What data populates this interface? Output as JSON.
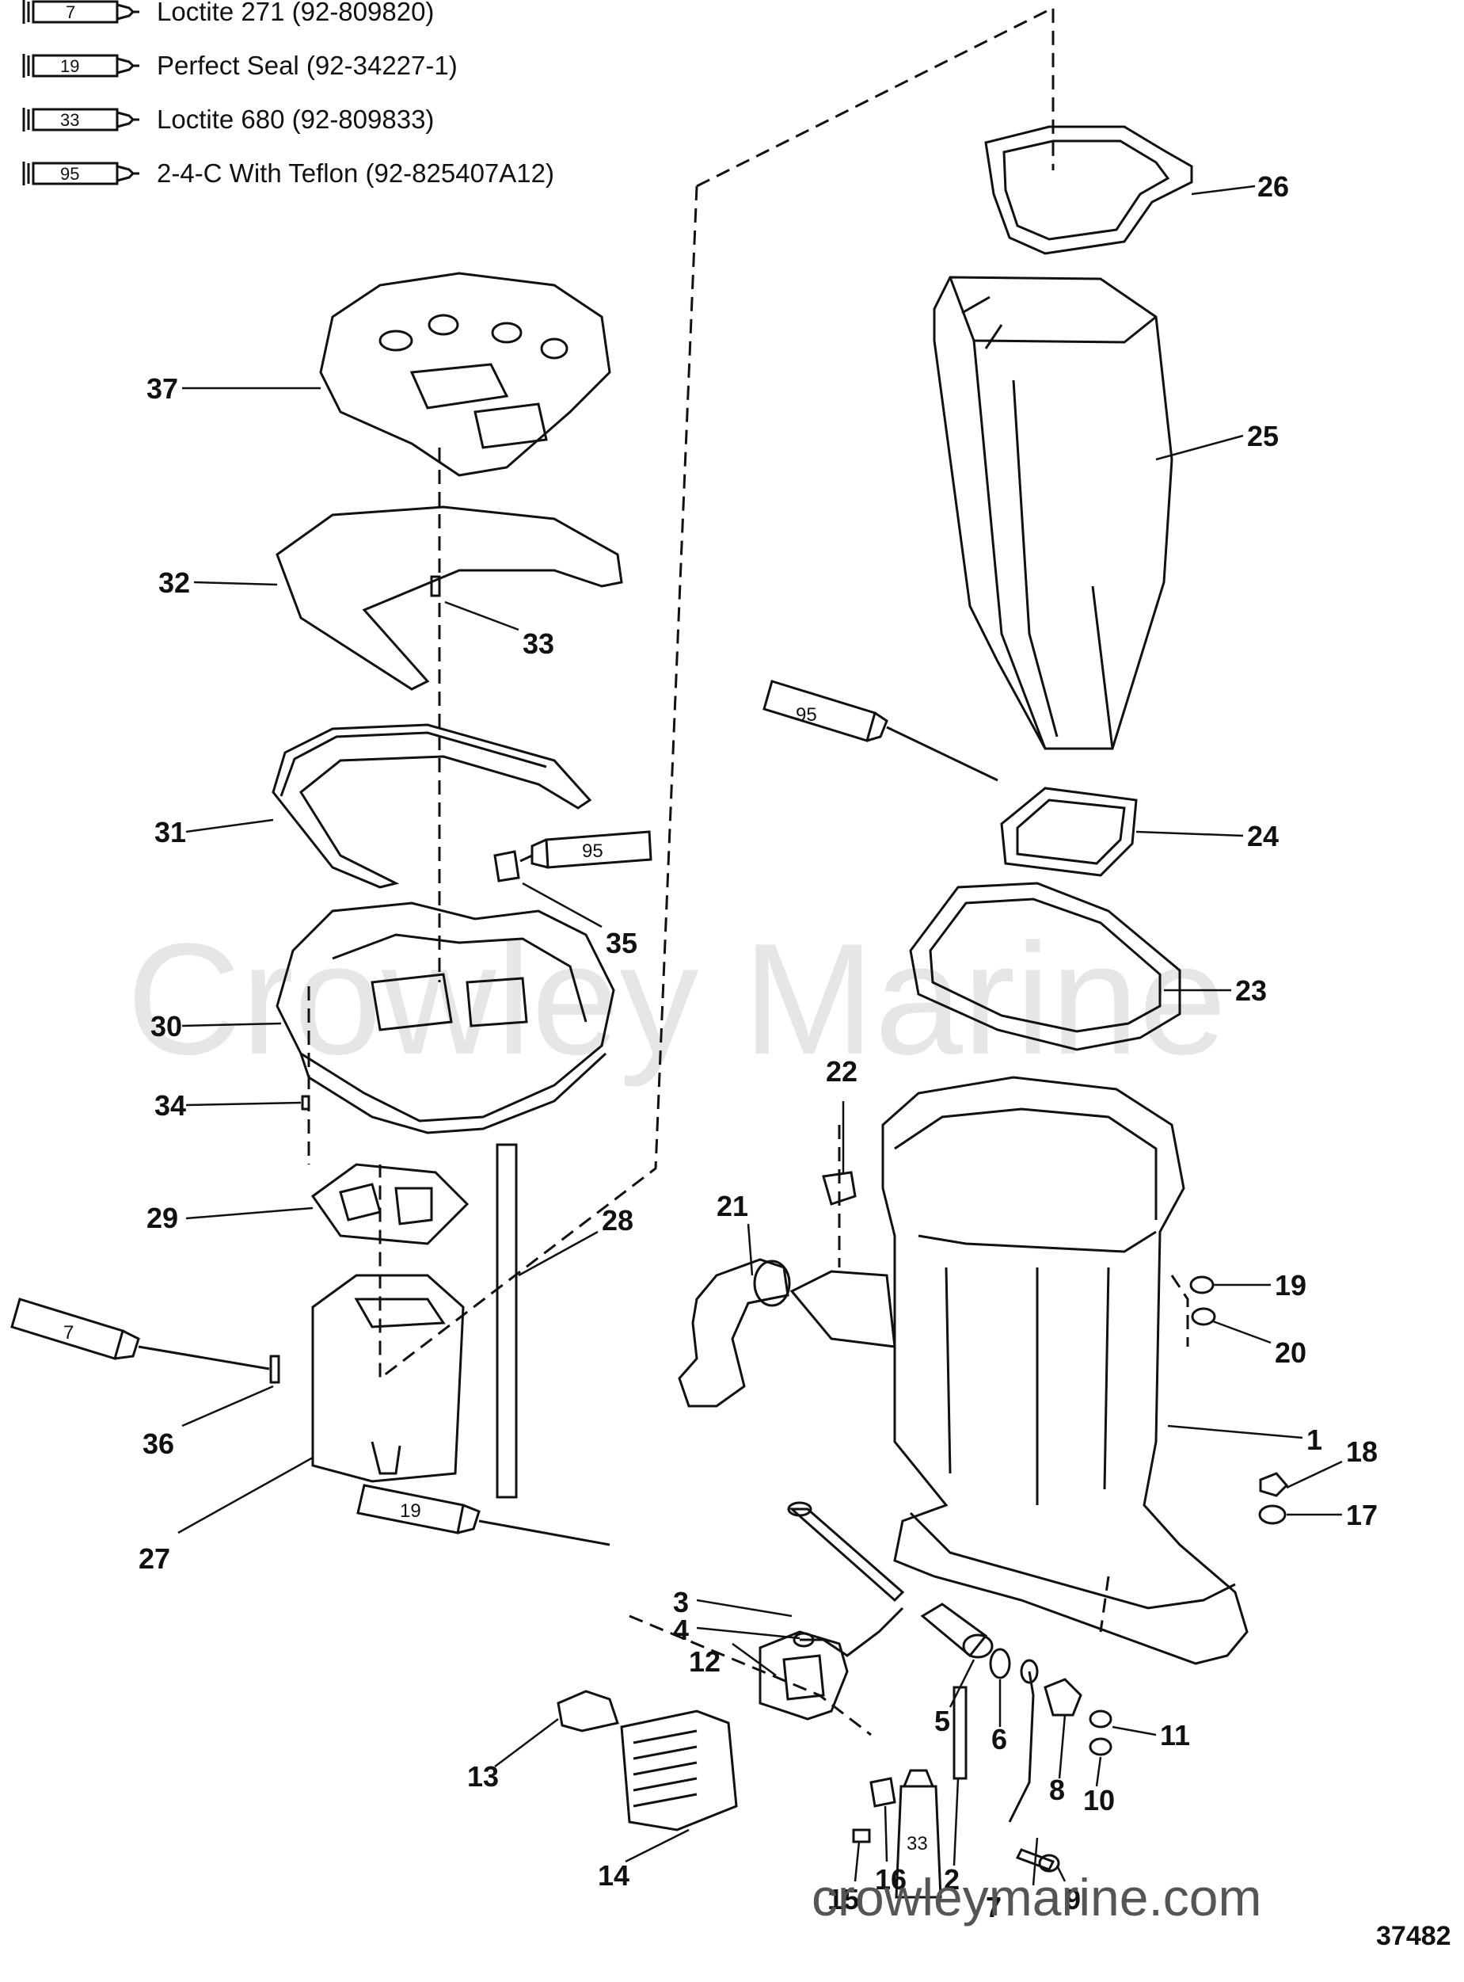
{
  "legend": [
    {
      "code": "7",
      "text": "Loctite 271 (92-809820)"
    },
    {
      "code": "19",
      "text": "Perfect Seal (92-34227-1)"
    },
    {
      "code": "33",
      "text": "Loctite 680 (92-809833)"
    },
    {
      "code": "95",
      "text": "2-4-C  With Teflon (92-825407A12)"
    }
  ],
  "tube_labels": {
    "t95_top": "95",
    "t95_mid": "95",
    "t7": "7",
    "t19": "19",
    "t33": "33"
  },
  "part_labels": {
    "p1": "1",
    "p2": "2",
    "p3": "3",
    "p4": "4",
    "p5": "5",
    "p6": "6",
    "p7a": "7",
    "p8": "8",
    "p9": "9",
    "p10": "10",
    "p11": "11",
    "p12": "12",
    "p13": "13",
    "p14": "14",
    "p15": "15",
    "p16": "16",
    "p17": "17",
    "p18": "18",
    "p19": "19",
    "p20": "20",
    "p21": "21",
    "p22": "22",
    "p23": "23",
    "p24": "24",
    "p25": "25",
    "p26": "26",
    "p27": "27",
    "p28": "28",
    "p29": "29",
    "p30": "30",
    "p31": "31",
    "p32": "32",
    "p33": "33",
    "p34": "34",
    "p35": "35",
    "p36": "36",
    "p37": "37"
  },
  "watermark": "Crowley Marine",
  "site_watermark": "crowleymarine.com",
  "figure_number": "37482"
}
